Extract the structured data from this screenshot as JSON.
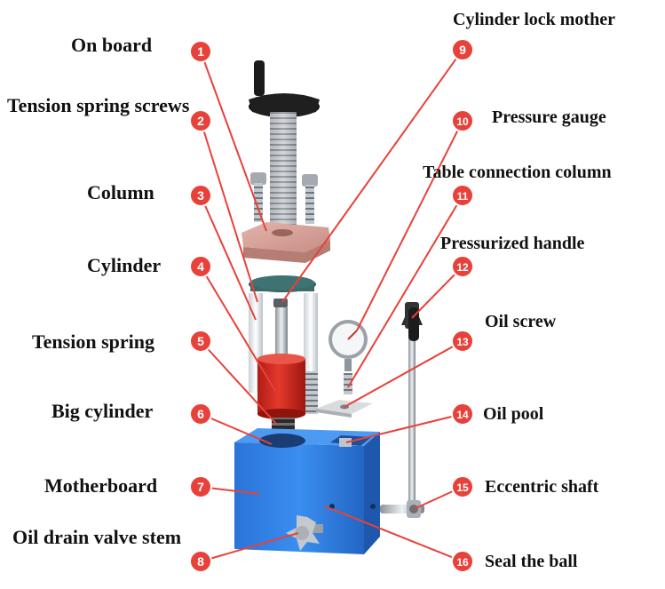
{
  "parts": [
    {
      "num": "1",
      "label": "On board"
    },
    {
      "num": "2",
      "label": "Tension spring screws"
    },
    {
      "num": "3",
      "label": "Column"
    },
    {
      "num": "4",
      "label": "Cylinder"
    },
    {
      "num": "5",
      "label": "Tension spring"
    },
    {
      "num": "6",
      "label": "Big cylinder"
    },
    {
      "num": "7",
      "label": "Motherboard"
    },
    {
      "num": "8",
      "label": "Oil drain valve stem"
    },
    {
      "num": "9",
      "label": "Cylinder lock mother"
    },
    {
      "num": "10",
      "label": "Pressure gauge"
    },
    {
      "num": "11",
      "label": "Table connection column"
    },
    {
      "num": "12",
      "label": "Pressurized handle"
    },
    {
      "num": "13",
      "label": "Oil screw"
    },
    {
      "num": "14",
      "label": "Oil pool"
    },
    {
      "num": "15",
      "label": "Eccentric shaft"
    },
    {
      "num": "16",
      "label": "Seal the ball"
    }
  ],
  "colors": {
    "badge": "#e8413a",
    "motherboard": "#2f7fe0",
    "cylinder": "#d42a1e",
    "top_plate": "#d9a49c",
    "label_text": "#111111"
  }
}
